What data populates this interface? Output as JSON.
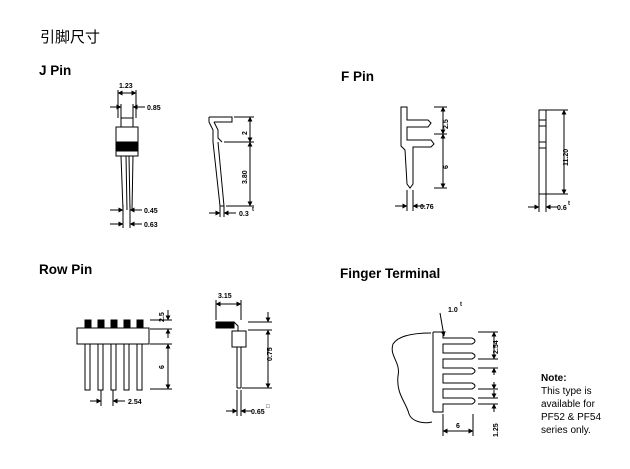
{
  "title": "引脚尺寸",
  "sections": {
    "j_pin": "J  Pin",
    "f_pin": "F  Pin",
    "row_pin": "Row  Pin",
    "finger": "Finger  Terminal"
  },
  "dims": {
    "j_1_23": "1.23",
    "j_0_85": "0.85",
    "j_0_45": "0.45",
    "j_0_63": "0.63",
    "j_2": "2",
    "j_3_80": "3.80",
    "j_0_3": "0.3",
    "j_0_3_sup": "t",
    "f_2_5": "2.5",
    "f_6": "6",
    "f_0_76": "0.76",
    "f_11_20": "11.20",
    "f_0_6": "0.6",
    "f_0_6_sup": "t",
    "r_2_5": "2.5",
    "r_6": "6",
    "r_2_54": "2.54",
    "r_3_15": "3.15",
    "r_0_75": "0.75",
    "r_0_65": "0.65",
    "r_0_65_sup": "□",
    "ft_1_0": "1.0",
    "ft_1_0_sup": "t",
    "ft_2_54": "2.54",
    "ft_1_25": "1.25",
    "ft_6": "6"
  },
  "note": {
    "heading": "Note:",
    "lines": [
      "This type is",
      "available for",
      "PF52 & PF54",
      "series only."
    ]
  }
}
